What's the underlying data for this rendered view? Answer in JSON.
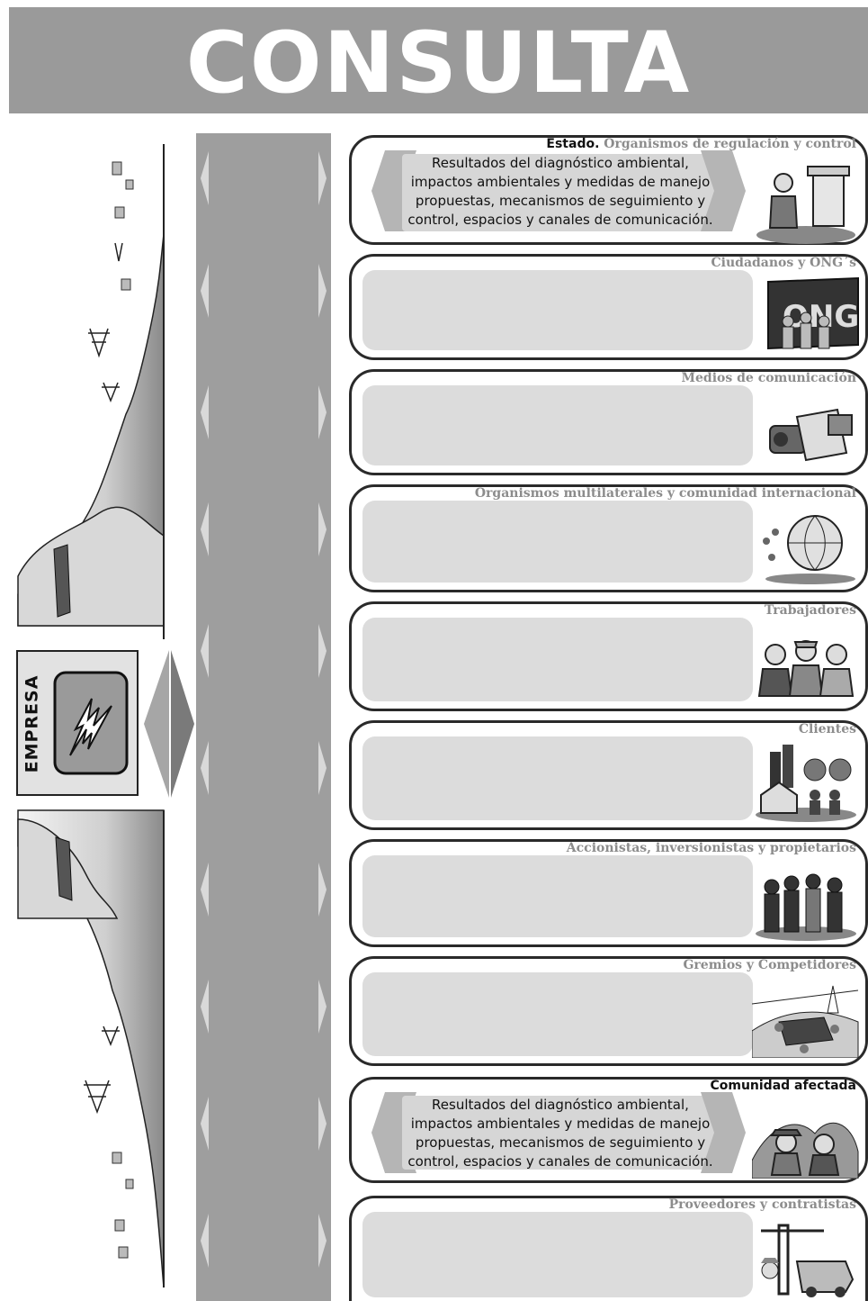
{
  "header": {
    "title": "CONSULTA"
  },
  "empresa": {
    "label": "EMPRESA",
    "icon": "lightning-bolt-icon"
  },
  "cards": [
    {
      "title_strong": "Estado.",
      "title": "Organismos de regulación y control",
      "icon": "state-regulator-icon",
      "text": "Resultados del diagnóstico ambiental, impactos ambientales y medidas de manejo propuestas, mecanismos de seguimiento y control, espacios y canales de comunicación."
    },
    {
      "title_strong": "",
      "title": "Ciudadanos y ONG´s",
      "icon": "ong-citizens-icon",
      "text": ""
    },
    {
      "title_strong": "",
      "title": "Medios de comunicación",
      "icon": "media-icon",
      "text": ""
    },
    {
      "title_strong": "",
      "title": "Organismos multilaterales y comunidad internacional",
      "icon": "globe-icon",
      "text": ""
    },
    {
      "title_strong": "",
      "title": "Trabajadores",
      "icon": "workers-icon",
      "text": ""
    },
    {
      "title_strong": "",
      "title": "Clientes",
      "icon": "clients-icon",
      "text": ""
    },
    {
      "title_strong": "",
      "title": "Accionistas, inversionistas y propietarios",
      "icon": "shareholders-icon",
      "text": ""
    },
    {
      "title_strong": "",
      "title": "Gremios y Competidores",
      "icon": "guilds-competitors-icon",
      "text": ""
    },
    {
      "title_strong": "Comunidad  afectada",
      "title": "",
      "icon": "affected-community-icon",
      "text": "Resultados del diagnóstico ambiental, impactos ambientales y medidas de manejo propuestas, mecanismos de seguimiento y control, espacios y canales de comunicación."
    },
    {
      "title_strong": "",
      "title": "Proveedores y contratistas",
      "icon": "contractors-icon",
      "text": ""
    }
  ],
  "colors": {
    "banner": "#9a9a9a",
    "road": "#9e9e9e",
    "box": "#dcdcdc",
    "title_gray": "#8c8c8c"
  }
}
